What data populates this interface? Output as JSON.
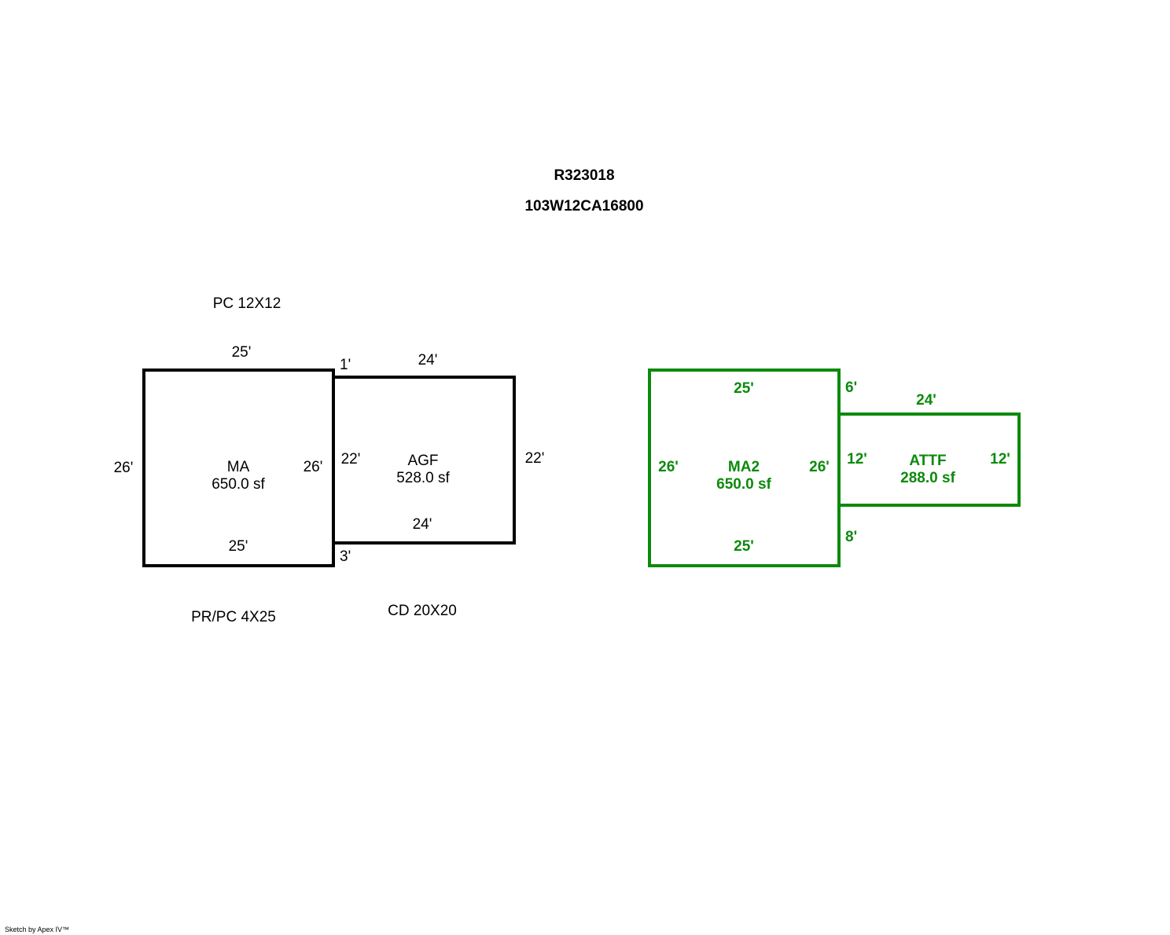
{
  "header": {
    "account": "R323018",
    "map_number": "103W12CA16800"
  },
  "sketch_left": {
    "notes": [
      "PC 12X12",
      "PR/PC 4X25",
      "CD 20X20"
    ],
    "areas": [
      {
        "code": "MA",
        "area": "650.0 sf",
        "sides": {
          "top": "25'",
          "bottom": "25'",
          "left": "26'",
          "right": "26'"
        }
      },
      {
        "code": "AGF",
        "area": "528.0 sf",
        "sides": {
          "top": "24'",
          "bottom": "24'",
          "left": "22'",
          "right": "22'"
        }
      }
    ],
    "offsets": {
      "top": "1'",
      "bottom": "3'"
    }
  },
  "sketch_right": {
    "areas": [
      {
        "code": "MA2",
        "area": "650.0 sf",
        "sides": {
          "top": "25'",
          "bottom": "25'",
          "left": "26'",
          "right": "26'"
        }
      },
      {
        "code": "ATTF",
        "area": "288.0 sf",
        "sides": {
          "top": "24'",
          "left": "12'",
          "right": "12'"
        }
      }
    ],
    "offsets": {
      "top": "6'",
      "bottom": "8'"
    }
  },
  "colors": {
    "primary": "#000000",
    "secondary": "#0c8a0c"
  },
  "footer": "Sketch by Apex IV™"
}
